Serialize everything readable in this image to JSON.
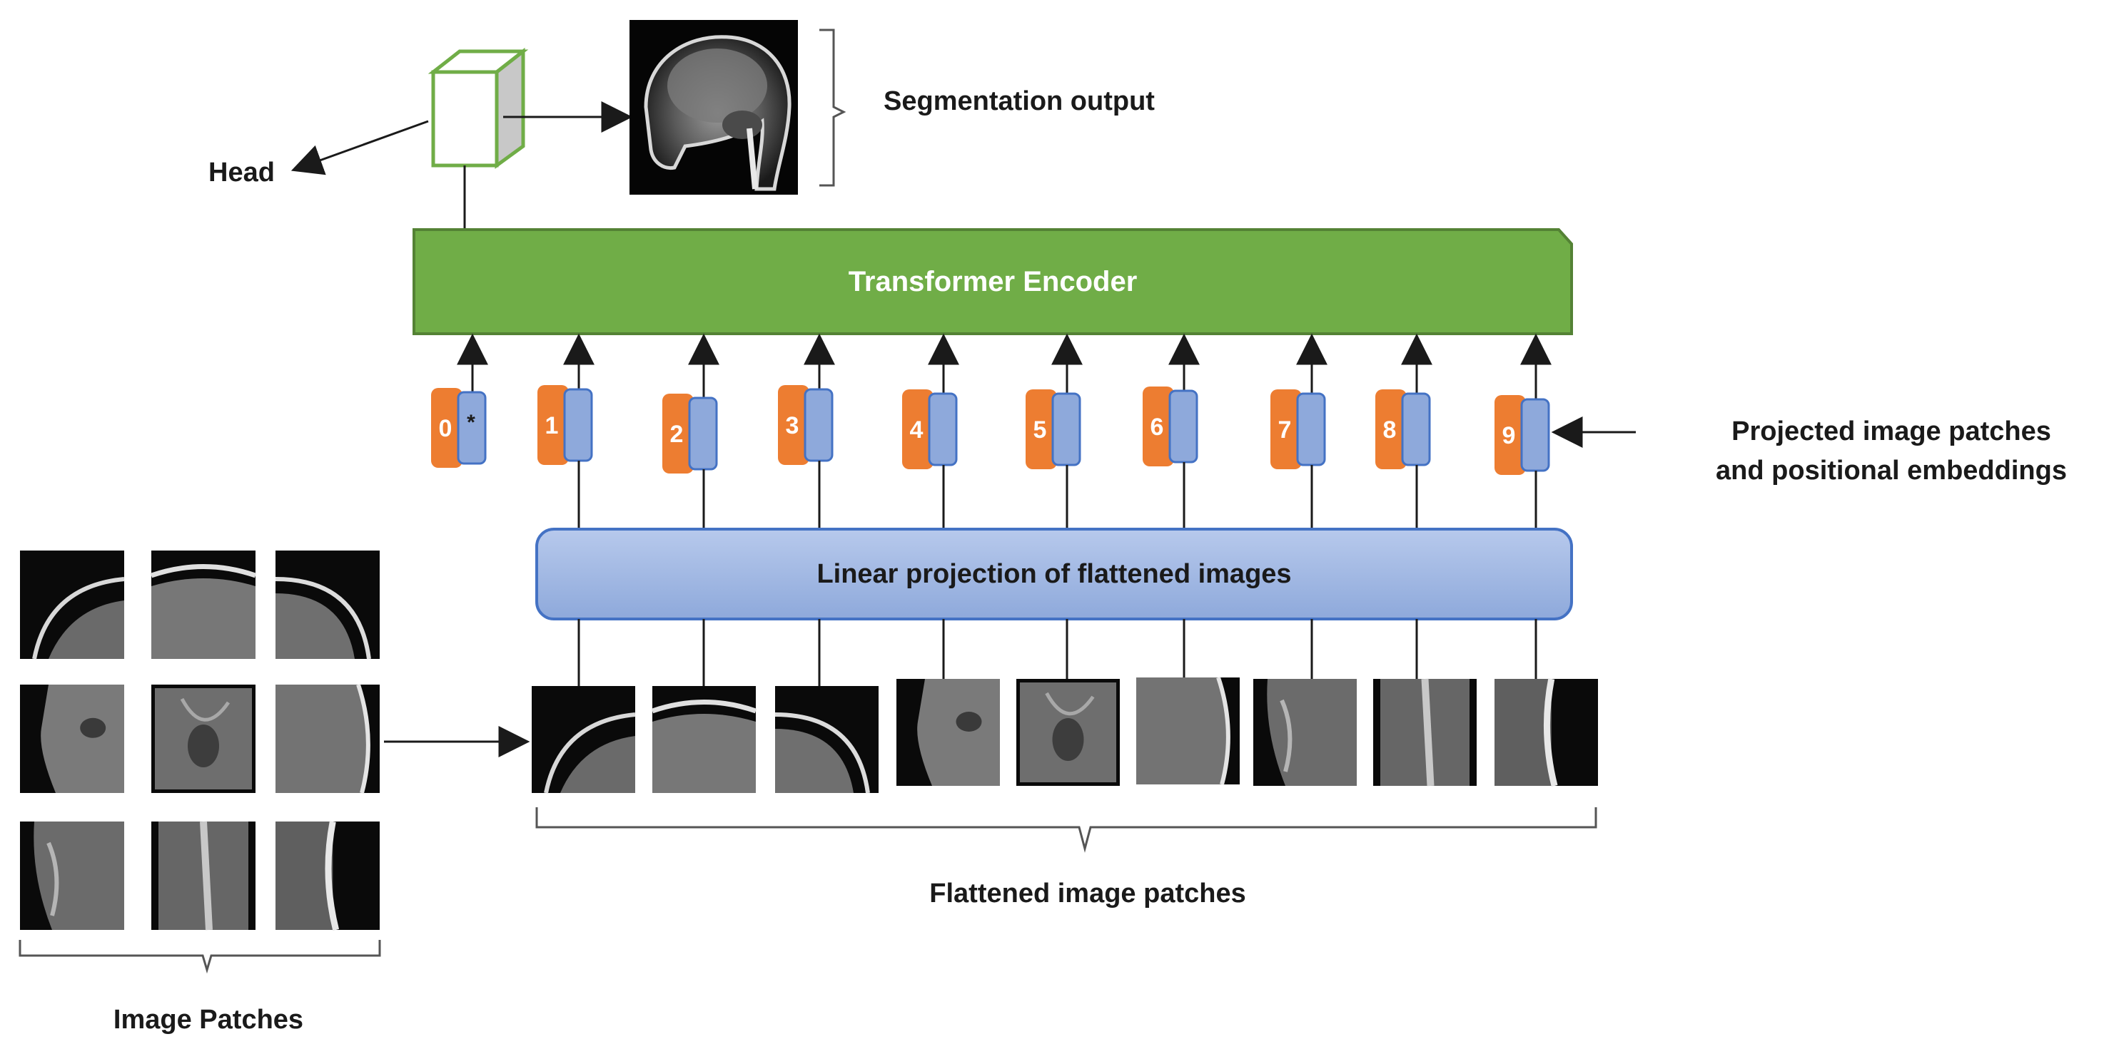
{
  "labels": {
    "head": "Head",
    "segmentation_output": "Segmentation output",
    "transformer_encoder": "Transformer Encoder",
    "projected_line1": "Projected image patches",
    "projected_line2": "and positional embeddings",
    "linear_projection": "Linear projection of flattened images",
    "flattened_patches": "Flattened image patches",
    "image_patches": "Image Patches"
  },
  "tokens": [
    {
      "number": "0",
      "marker": "*"
    },
    {
      "number": "1",
      "marker": ""
    },
    {
      "number": "2",
      "marker": ""
    },
    {
      "number": "3",
      "marker": ""
    },
    {
      "number": "4",
      "marker": ""
    },
    {
      "number": "5",
      "marker": ""
    },
    {
      "number": "6",
      "marker": ""
    },
    {
      "number": "7",
      "marker": ""
    },
    {
      "number": "8",
      "marker": ""
    },
    {
      "number": "9",
      "marker": ""
    }
  ],
  "colors": {
    "encoder_fill": "#70ad47",
    "encoder_stroke": "#548235",
    "projection_fill": "#a8bde6",
    "projection_stroke": "#4472c4",
    "position_embedding": "#ed7d31",
    "patch_embedding": "#8ea9db",
    "head_cube": "#70ad47"
  }
}
